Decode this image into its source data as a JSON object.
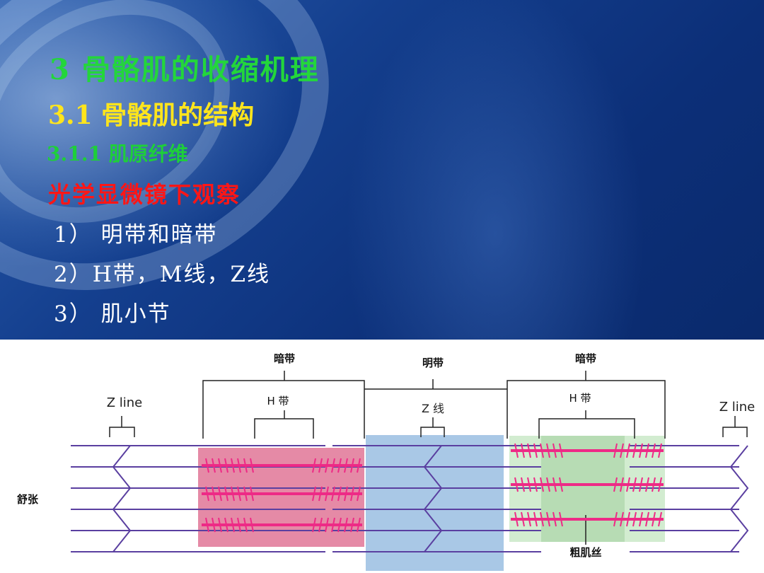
{
  "slide": {
    "title": "3 骨骼肌的收缩机理",
    "subtitle": "3.1  骨骼肌的结构",
    "section": "3.1.1 肌原纤维",
    "heading": "光学显微镜下观察",
    "items": [
      "1） 明带和暗带",
      "2）H带，M线，Z线",
      "3） 肌小节"
    ]
  },
  "diagram": {
    "labels": {
      "dark_band_left": "暗带",
      "light_band": "明带",
      "dark_band_right": "暗带",
      "h_band_left": "H 带",
      "h_band_right": "H 带",
      "z_line_left": "Z line",
      "z_line_center": "Z 线",
      "z_line_right": "Z line",
      "relaxed": "舒张",
      "thick_filament": "粗肌丝"
    },
    "colors": {
      "dark_band_left": "#e58aa6",
      "light_band": "#a9c8e6",
      "dark_band_right": "#b7dcb4",
      "thick_filament": "#ee2a86",
      "thin_filament": "#5a3fa0"
    }
  }
}
